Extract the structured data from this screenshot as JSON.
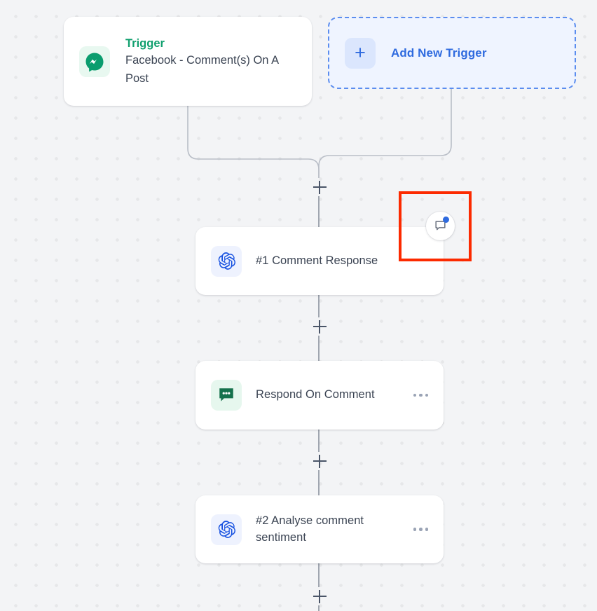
{
  "canvas": {
    "background_color": "#f3f4f6",
    "dot_color": "#e6e7e9",
    "annotation_color": "#fc2a00"
  },
  "trigger_card": {
    "icon_name": "facebook-messenger-icon",
    "kicker": "Trigger",
    "kicker_color": "#11a06f",
    "name": "Facebook - Comment(s) On A Post"
  },
  "add_trigger": {
    "icon_name": "plus-icon",
    "label": "Add New Trigger",
    "accent_color": "#2f6bdf"
  },
  "nodes": [
    {
      "icon_name": "openai-icon",
      "title": "#1 Comment Response",
      "menu_label": "",
      "has_menu": false
    },
    {
      "icon_name": "comment-bubble-icon",
      "title": "Respond On Comment",
      "menu_label": "",
      "has_menu": true
    },
    {
      "icon_name": "openai-icon",
      "title": "#2 Analyse comment sentiment",
      "menu_label": "",
      "has_menu": true
    }
  ],
  "comment_badge": {
    "icon_name": "comment-bubble-icon",
    "has_unread_dot": true,
    "dot_color": "#2f6bdf"
  },
  "add_step_buttons": [
    {
      "name": "add-step-after-trigger"
    },
    {
      "name": "add-step-after-node-1"
    },
    {
      "name": "add-step-after-node-2"
    },
    {
      "name": "add-step-after-node-3"
    }
  ]
}
